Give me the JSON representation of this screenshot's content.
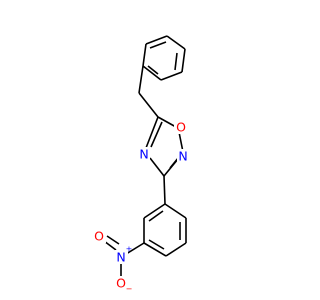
{
  "molecule": {
    "atoms": [
      {
        "id": "O1",
        "label": "O",
        "color": "#ff0000"
      },
      {
        "id": "N2",
        "label": "N",
        "color": "#0000ff"
      },
      {
        "id": "N4",
        "label": "N",
        "color": "#0000ff"
      },
      {
        "id": "Nnitro",
        "label": "N",
        "color": "#0000ff",
        "charge": "+"
      },
      {
        "id": "Onitro1",
        "label": "O",
        "color": "#ff0000",
        "charge": "−"
      },
      {
        "id": "Onitro2",
        "label": "O",
        "color": "#ff0000"
      }
    ]
  }
}
